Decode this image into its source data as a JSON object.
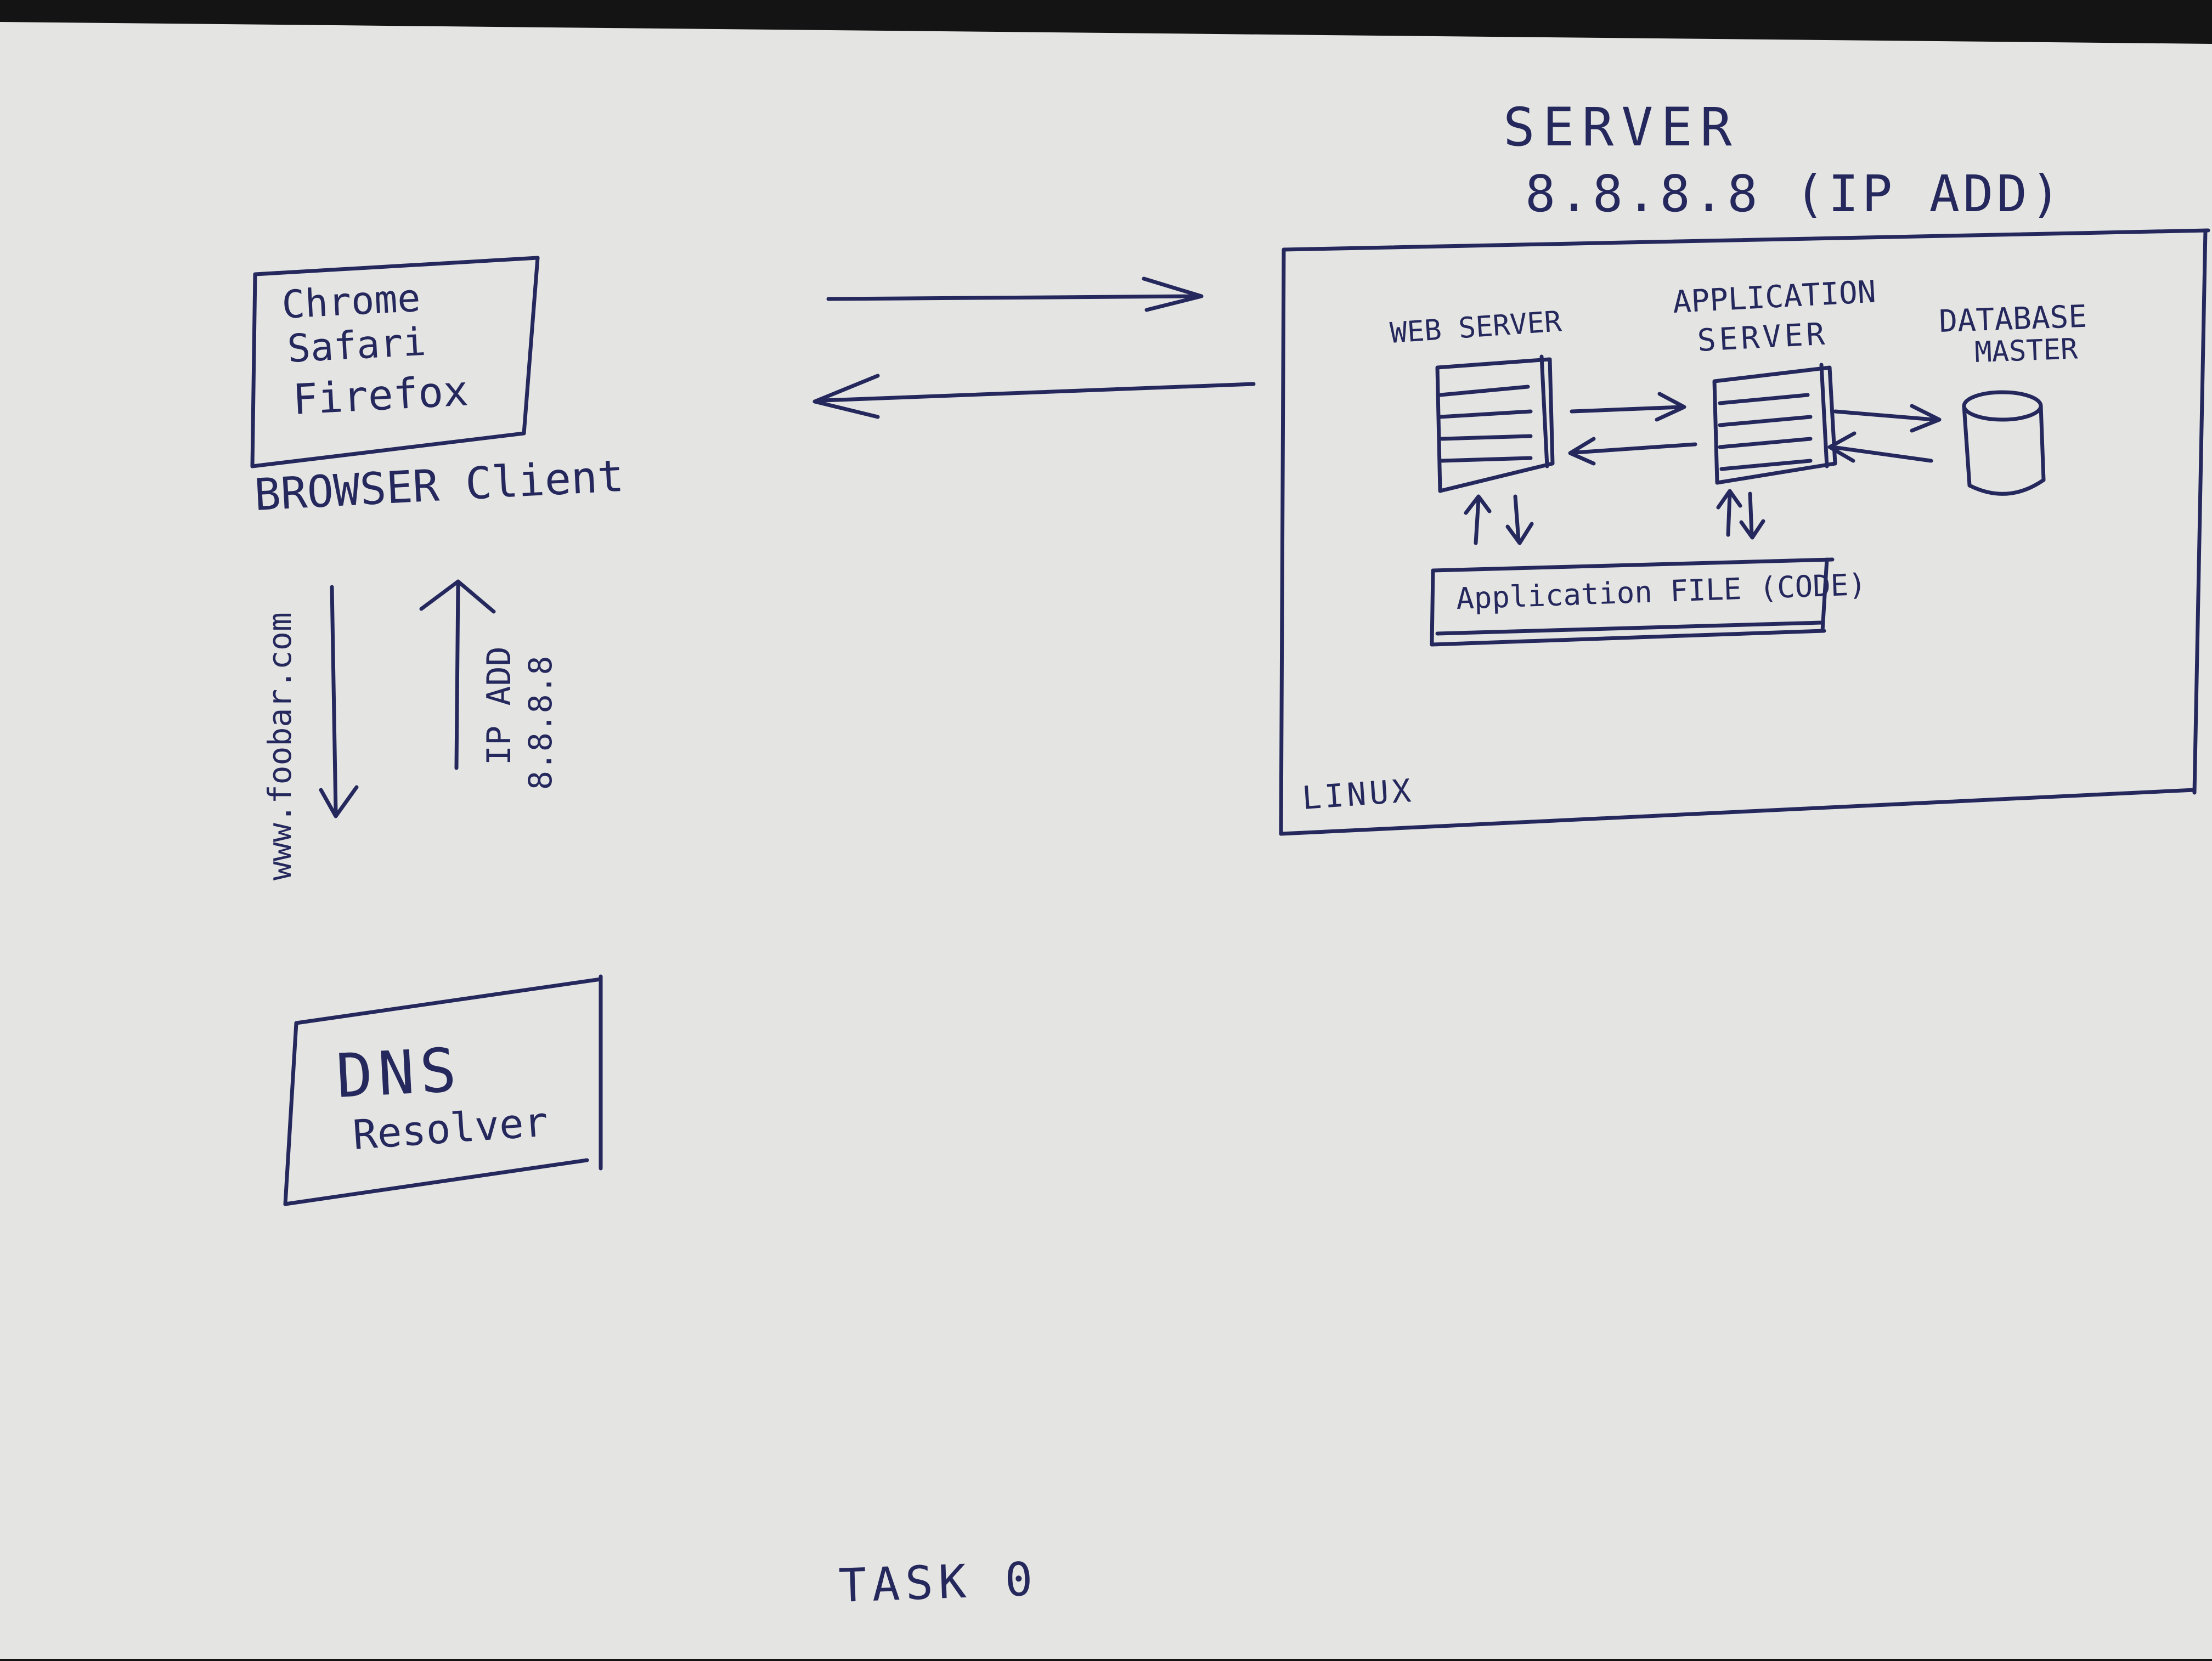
{
  "colors": {
    "ink": "#25285c",
    "paper": "#e4e4e2",
    "background": "#141414"
  },
  "server": {
    "title": "SERVER",
    "ip_line": "8.8.8.8 (IP ADD)",
    "os_label": "LINUX",
    "web_server_label": "WEB SERVER",
    "application_server_label": [
      "APPLICATION",
      "SERVER"
    ],
    "database_label": [
      "DATABASE",
      "MASTER"
    ],
    "application_file_label": "Application FILE (CODE)"
  },
  "client": {
    "browsers": [
      "Chrome",
      "Safari",
      "Firefox"
    ],
    "label": "BROWSER Client"
  },
  "dns": {
    "lines": [
      "DNS",
      "Resolver"
    ],
    "query_label": "www.foobar.com",
    "response_lines": [
      "IP ADD",
      "8.8.8.8"
    ]
  },
  "footer": {
    "task_label": "TASK 0"
  },
  "icons": [
    "arrow-right-icon",
    "arrow-left-icon",
    "arrow-up-icon",
    "arrow-down-icon",
    "server-rack-icon",
    "database-cylinder-icon"
  ]
}
